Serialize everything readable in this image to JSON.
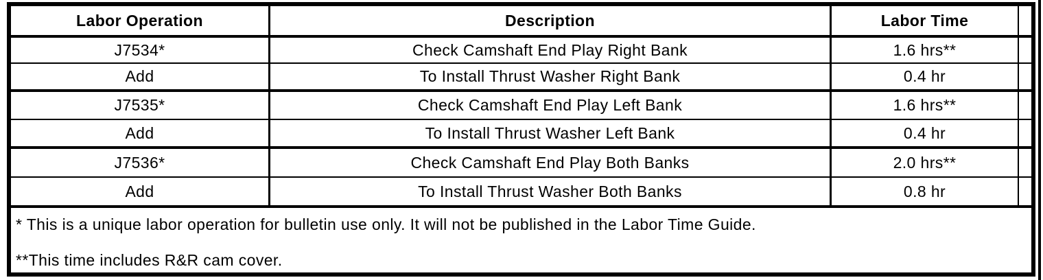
{
  "table": {
    "columns": [
      "Labor Operation",
      "Description",
      "Labor Time"
    ],
    "rows": [
      {
        "op": "J7534*",
        "desc": "Check Camshaft End Play Right Bank",
        "time": "1.6 hrs**"
      },
      {
        "op": "Add",
        "desc": "To Install Thrust Washer Right Bank",
        "time": "0.4 hr"
      },
      {
        "op": "J7535*",
        "desc": "Check Camshaft End Play Left Bank",
        "time": "1.6 hrs**"
      },
      {
        "op": "Add",
        "desc": "To Install Thrust Washer Left Bank",
        "time": "0.4 hr"
      },
      {
        "op": "J7536*",
        "desc": "Check Camshaft End Play Both Banks",
        "time": "2.0 hrs**"
      },
      {
        "op": "Add",
        "desc": "To Install Thrust Washer Both Banks",
        "time": "0.8 hr"
      }
    ],
    "footnotes": [
      "* This is a unique labor operation for bulletin use only. It will not be published in the Labor Time Guide.",
      "**This time includes R&R cam cover."
    ]
  },
  "colors": {
    "ink": "#000000",
    "paper": "#ffffff"
  }
}
